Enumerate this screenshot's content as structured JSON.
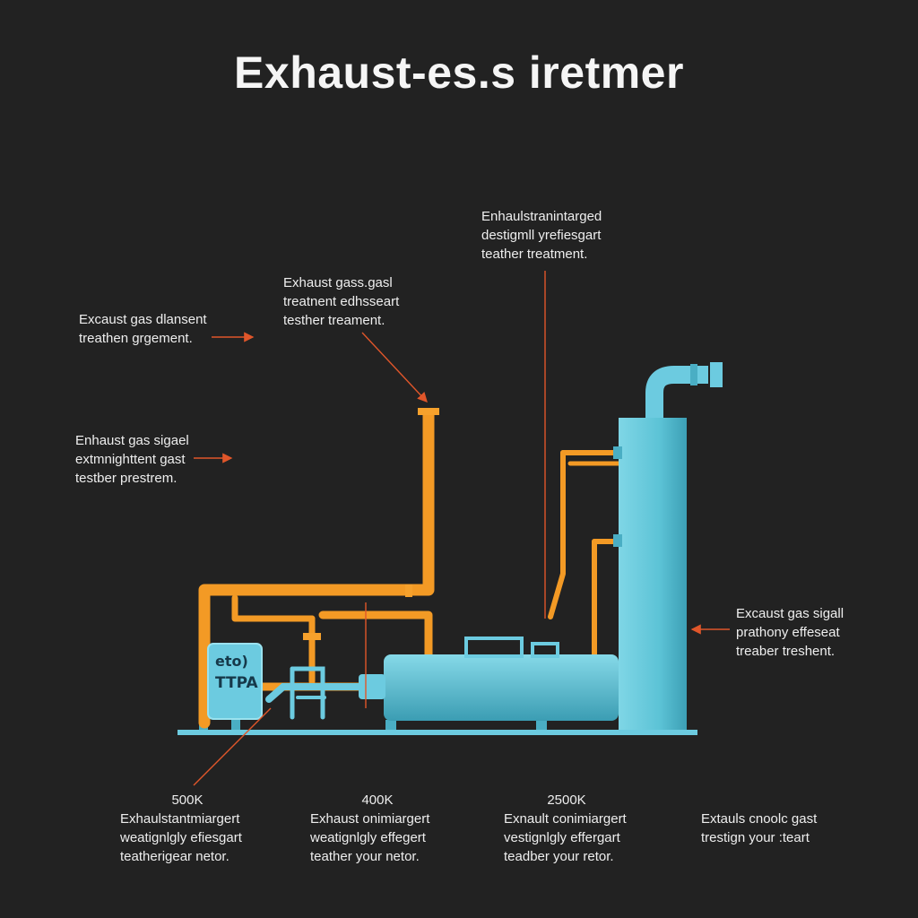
{
  "title": "Exhaust-es.s iretmer",
  "colors": {
    "background": "#222222",
    "hot_pipe": "#f39a25",
    "cool_equipment": "#5fc5d8",
    "arrow": "#e0562a",
    "text": "#eeeeee"
  },
  "tank_labels": [
    "eto)",
    "TTPA"
  ],
  "callouts": [
    {
      "lines": [
        "Excaust gas dlansent",
        "treathen grgement."
      ]
    },
    {
      "lines": [
        "Exhaust gass.gasl",
        "treatnent edhsseart",
        "testher treament."
      ]
    },
    {
      "lines": [
        "Enhaulstranintarged",
        "destigmll yrefiesgart",
        "teather treatment."
      ]
    },
    {
      "lines": [
        "Enhaust gas sigael",
        "extmnighttent gast",
        "testber prestrem."
      ]
    },
    {
      "lines": [
        "Excaust gas sigall",
        "prathony effeseat",
        "treaber treshent."
      ]
    }
  ],
  "footer": [
    {
      "value": "500K",
      "lines": [
        "Exhaulstantmiargert",
        "weatignlgly efiesgart",
        "teatherigear netor."
      ]
    },
    {
      "value": "400K",
      "lines": [
        "Exhaust onimiargert",
        "weatignlgly effegert",
        "teather your netor."
      ]
    },
    {
      "value": "2500K",
      "lines": [
        "Exnault conimiargert",
        "vestignlgly effergart",
        "teadber your retor."
      ]
    },
    {
      "value": "",
      "lines": [
        "Extauls cnoolc gast",
        "trestign your :teart"
      ]
    }
  ]
}
